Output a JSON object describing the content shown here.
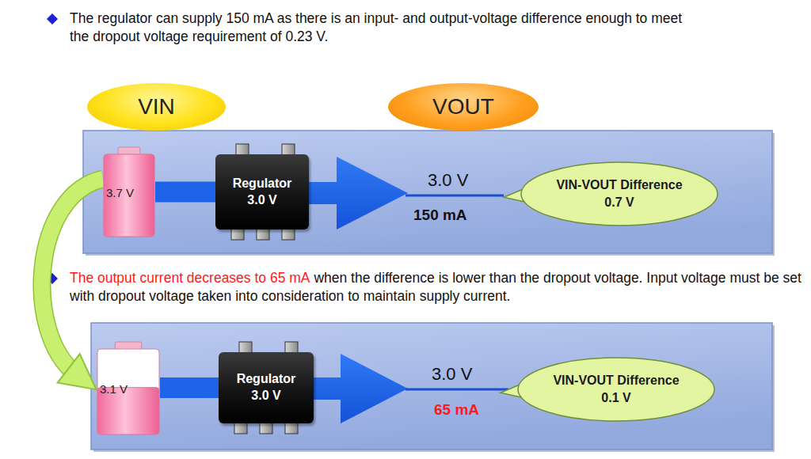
{
  "diagram": {
    "nodes": [
      {
        "text": [
          "VIN"
        ]
      },
      {
        "text": [
          "VOUT"
        ]
      },
      {
        "text": [
          "3.7 V"
        ]
      },
      {
        "text": [
          "Regulator",
          "3.0 V"
        ]
      },
      {
        "text": [
          "VIN-VOUT Difference",
          "0.7 V"
        ]
      },
      {
        "text": [
          "3.1 V"
        ]
      },
      {
        "text": [
          "Regulator",
          "3.0 V"
        ]
      },
      {
        "text": [
          "VIN-VOUT Difference",
          "0.1 V"
        ]
      }
    ],
    "edges": [
      {
        "from": 2,
        "to": 3,
        "arrow": "none"
      },
      {
        "from": 2,
        "to": 5,
        "arrow": "to"
      },
      {
        "from": 5,
        "to": 6,
        "arrow": "none"
      }
    ],
    "labels": [
      "The regulator can supply 150 mA as there is an input- and output-voltage difference enough to meet the dropout voltage requirement of 0.23 V.",
      "3.0 V",
      "150 mA",
      "The output current decreases to 65 mA",
      "when the difference is lower than the dropout voltage. Input voltage must be set with dropout voltage taken into consideration to maintain supply current.",
      "3.0 V",
      "65 mA"
    ]
  }
}
